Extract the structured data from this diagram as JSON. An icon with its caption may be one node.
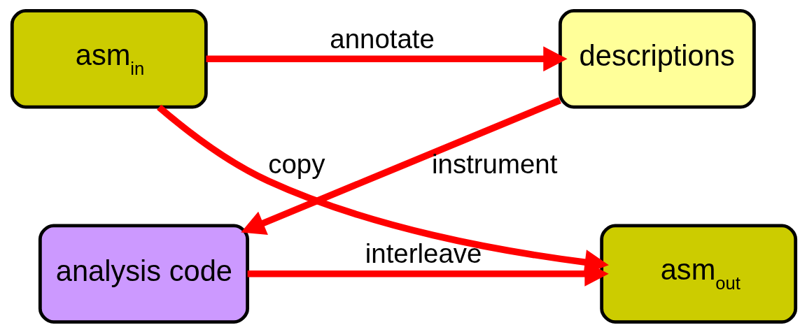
{
  "diagram": {
    "nodes": [
      {
        "text": [
          "asm$_{in}$"
        ]
      },
      {
        "text": [
          "descriptions"
        ]
      },
      {
        "text": [
          "asm$_{out}$"
        ]
      },
      {
        "text": [
          "analysis code"
        ]
      }
    ],
    "edges": [
      {
        "from": 0,
        "to": 1,
        "arrow": "to",
        "label": "annotate"
      },
      {
        "from": 0,
        "to": 2,
        "arrow": "to",
        "label": "copy"
      },
      {
        "from": 1,
        "to": 3,
        "arrow": "to",
        "label": "instrument"
      },
      {
        "from": 3,
        "to": 2,
        "arrow": "to",
        "label": "interleave"
      }
    ]
  }
}
